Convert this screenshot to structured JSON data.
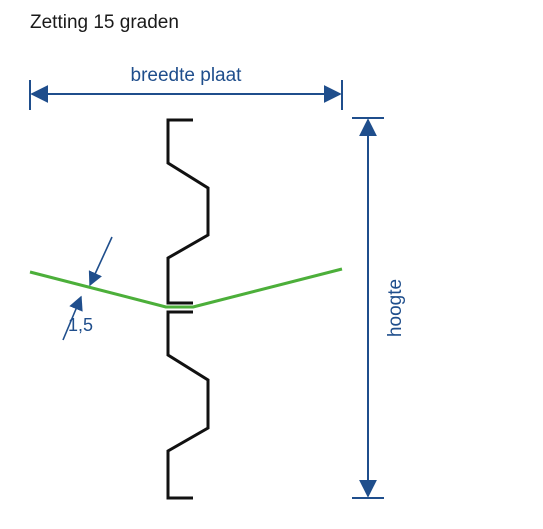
{
  "title": "Zetting 15 graden",
  "labels": {
    "width": "breedte plaat",
    "height": "hoogte",
    "offset": "1,5"
  },
  "colors": {
    "dimension": "#1f4e8c",
    "profile": "#111111",
    "angle_line": "#4caf3a",
    "title": "#1a1a1a"
  }
}
